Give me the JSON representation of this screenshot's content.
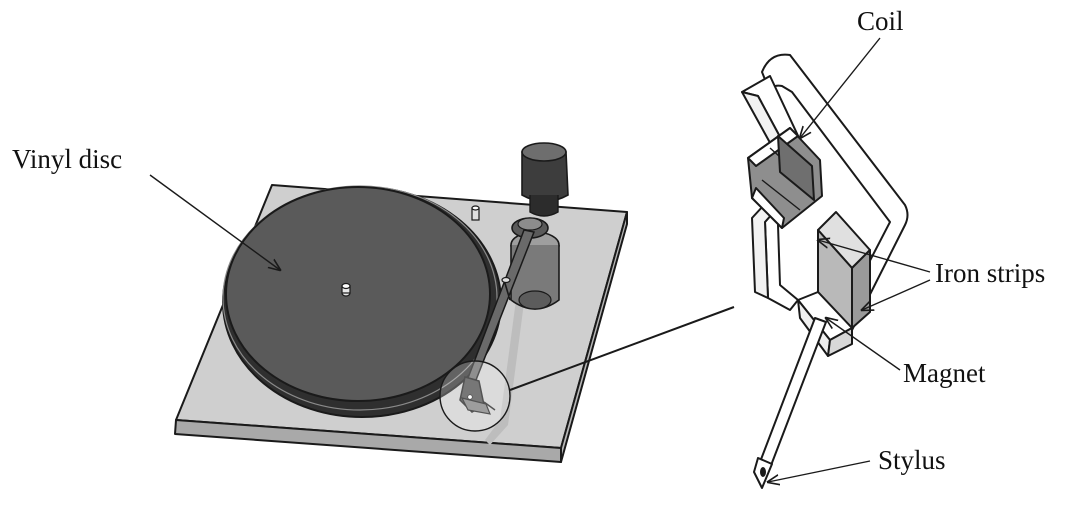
{
  "labels": {
    "vinyl_disc": "Vinyl disc",
    "coil": "Coil",
    "iron_strips": "Iron strips",
    "magnet": "Magnet",
    "stylus": "Stylus"
  },
  "colors": {
    "plinth": "#cfcfcf",
    "plinth_edge": "#a9a9a9",
    "disc": "#5a5a5a",
    "disc_edge": "#2f2f2f",
    "coil": "#8e8e8e",
    "magnet": "#b9b9b9",
    "line": "#1a1a1a"
  }
}
